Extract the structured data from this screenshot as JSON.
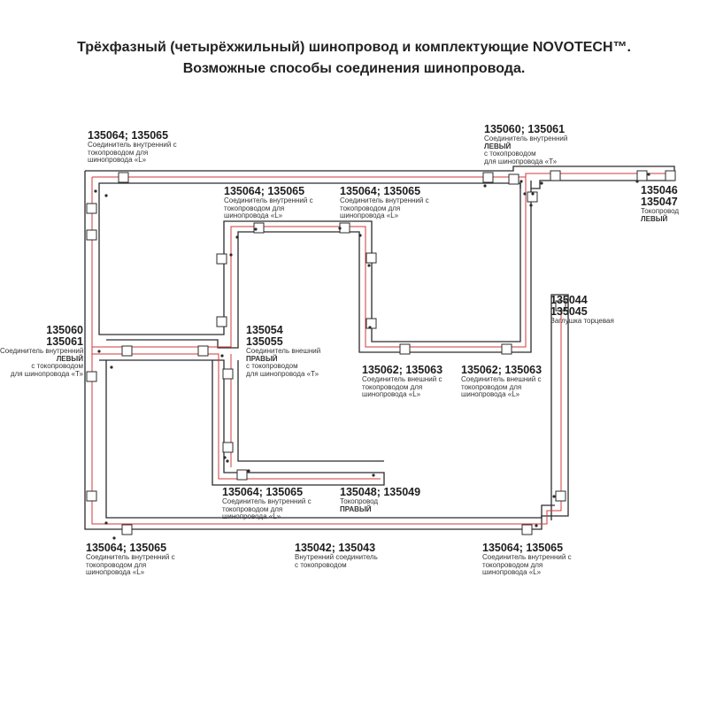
{
  "title": {
    "line1": "Трёхфазный (четырёхжильный) шинопровод и комплектующие NOVOTECH™.",
    "line2": "Возможные способы соединения шинопровода."
  },
  "colors": {
    "rail": "#2b2b2b",
    "conductor": "#d33a3a",
    "connector": "#2b2b2b"
  },
  "labels": [
    {
      "id": "a",
      "codes": [
        "135064; 135065"
      ],
      "desc": [
        [
          "Соединитель внутренний с",
          ""
        ],
        [
          "токопроводом для",
          ""
        ],
        [
          "шинопровода «L»",
          ""
        ]
      ]
    },
    {
      "id": "b",
      "codes": [
        "135060; 135061"
      ],
      "desc": [
        [
          "Соединитель внутренний",
          ""
        ],
        [
          "",
          "ЛЕВЫЙ"
        ],
        [
          "с токопроводом",
          ""
        ],
        [
          "для шинопровода «Т»",
          ""
        ]
      ]
    },
    {
      "id": "c",
      "codes": [
        "135064; 135065"
      ],
      "desc": [
        [
          "Соединитель внутренний с",
          ""
        ],
        [
          "токопроводом для",
          ""
        ],
        [
          "шинопровода «L»",
          ""
        ]
      ]
    },
    {
      "id": "d",
      "codes": [
        "135064; 135065"
      ],
      "desc": [
        [
          "Соединитель внутренний с",
          ""
        ],
        [
          "токопроводом для",
          ""
        ],
        [
          "шинопровода «L»",
          ""
        ]
      ]
    },
    {
      "id": "e",
      "codes": [
        "135046",
        "135047"
      ],
      "desc": [
        [
          "Токопровод",
          ""
        ],
        [
          "",
          "ЛЕВЫЙ"
        ]
      ]
    },
    {
      "id": "f",
      "codes": [
        "135044",
        "135045"
      ],
      "desc": [
        [
          "Заглушка торцевая",
          ""
        ]
      ]
    },
    {
      "id": "g",
      "codes": [
        "135060",
        "135061"
      ],
      "desc": [
        [
          "Соединитель внутренний",
          ""
        ],
        [
          "",
          "ЛЕВЫЙ"
        ],
        [
          "с токопроводом",
          ""
        ],
        [
          "для шинопровода «Т»",
          ""
        ]
      ]
    },
    {
      "id": "h",
      "codes": [
        "135054",
        "135055"
      ],
      "desc": [
        [
          "Соединитель внешний",
          ""
        ],
        [
          "",
          "ПРАВЫЙ"
        ],
        [
          "с токопроводом",
          ""
        ],
        [
          "для шинопровода «Т»",
          ""
        ]
      ]
    },
    {
      "id": "i",
      "codes": [
        "135062; 135063"
      ],
      "desc": [
        [
          "Соединитель внешний с",
          ""
        ],
        [
          "токопроводом для",
          ""
        ],
        [
          "шинопровода «L»",
          ""
        ]
      ]
    },
    {
      "id": "j",
      "codes": [
        "135062; 135063"
      ],
      "desc": [
        [
          "Соединитель внешний с",
          ""
        ],
        [
          "токопроводом для",
          ""
        ],
        [
          "шинопровода «L»",
          ""
        ]
      ]
    },
    {
      "id": "k",
      "codes": [
        "135064; 135065"
      ],
      "desc": [
        [
          "Соединитель внутренний с",
          ""
        ],
        [
          "токопроводом для",
          ""
        ],
        [
          "шинопровода «L»",
          ""
        ]
      ]
    },
    {
      "id": "l",
      "codes": [
        "135048; 135049"
      ],
      "desc": [
        [
          "Токопровод",
          ""
        ],
        [
          "",
          "ПРАВЫЙ"
        ]
      ]
    },
    {
      "id": "m",
      "codes": [
        "135064; 135065"
      ],
      "desc": [
        [
          "Соединитель внутренний с",
          ""
        ],
        [
          "токопроводом для",
          ""
        ],
        [
          "шинопровода «L»",
          ""
        ]
      ]
    },
    {
      "id": "n",
      "codes": [
        "135042; 135043"
      ],
      "desc": [
        [
          "Внутренний соединитель",
          ""
        ],
        [
          "с токопроводом",
          ""
        ]
      ]
    },
    {
      "id": "o",
      "codes": [
        "135064; 135065"
      ],
      "desc": [
        [
          "Соединитель внутренний с",
          ""
        ],
        [
          "токопроводом для",
          ""
        ],
        [
          "шинопровода «L»",
          ""
        ]
      ]
    }
  ]
}
